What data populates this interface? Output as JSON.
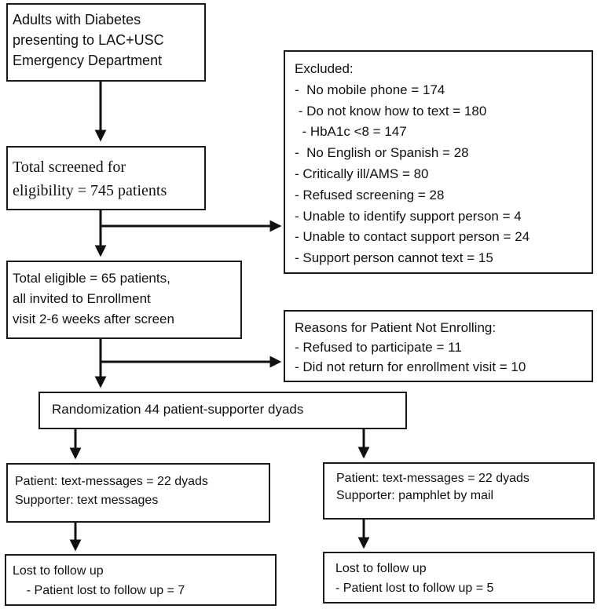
{
  "flowchart": {
    "population": {
      "lines": [
        "Adults with Diabetes",
        "presenting to LAC+USC",
        "Emergency Department"
      ]
    },
    "screened": {
      "lines": [
        "Total screened for",
        "eligibility = 745 patients"
      ]
    },
    "excluded": {
      "lines": [
        "Excluded:",
        "-  No mobile phone = 174",
        " - Do not know how to text = 180",
        "  - HbA1c <8 = 147",
        "-  No English or Spanish = 28",
        "- Critically ill/AMS = 80",
        "- Refused screening = 28",
        "- Unable to identify support person = 4",
        "- Unable to contact support person = 24",
        "- Support person cannot text = 15"
      ]
    },
    "eligible": {
      "lines": [
        "Total eligible = 65 patients,",
        "all invited to Enrollment",
        "visit 2-6 weeks after screen"
      ]
    },
    "not_enrolling": {
      "lines": [
        "Reasons for Patient Not Enrolling:",
        "- Refused to participate = 11",
        "- Did not return for enrollment visit = 10"
      ]
    },
    "randomization": {
      "lines": [
        "Randomization 44 patient-supporter dyads"
      ]
    },
    "arm_left": {
      "lines": [
        "Patient: text-messages = 22 dyads",
        "Supporter: text messages"
      ]
    },
    "arm_right": {
      "lines": [
        "Patient: text-messages = 22 dyads",
        "Supporter: pamphlet by mail"
      ]
    },
    "lost_left": {
      "lines": [
        "Lost to follow up",
        "    - Patient lost to follow up = 7"
      ]
    },
    "lost_right": {
      "lines": [
        "Lost to follow up",
        "- Patient lost to follow up = 5"
      ]
    }
  }
}
